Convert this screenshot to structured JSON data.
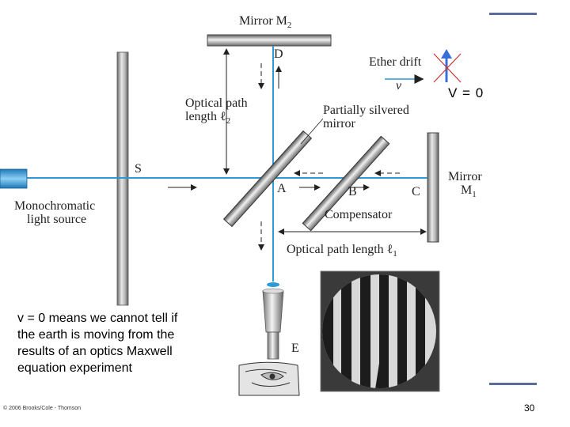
{
  "labels": {
    "mirror_m2": "Mirror M",
    "mirror_m2_sub": "2",
    "point_d": "D",
    "ether_drift": "Ether drift",
    "v_symbol": "v",
    "velocity_zero": "V = 0",
    "optical_path_l2_line1": "Optical path",
    "optical_path_l2_line2": "length ℓ",
    "optical_path_l2_sub": "2",
    "partially_silvered_line1": "Partially silvered",
    "partially_silvered_line2": "mirror",
    "point_s": "S",
    "point_a": "A",
    "point_b": "B",
    "point_c": "C",
    "mirror_m1_line1": "Mirror",
    "mirror_m1_line2": "M",
    "mirror_m1_sub": "1",
    "monochromatic_line1": "Monochromatic",
    "monochromatic_line2": "light source",
    "compensator": "Compensator",
    "optical_path_l1": "Optical path length ℓ",
    "optical_path_l1_sub": "1",
    "point_e": "E"
  },
  "note": "v = 0 means we cannot tell if the earth is moving from the results of an optics Maxwell equation experiment",
  "page_number": "30",
  "copyright": "© 2006 Brooks/Cole - Thomson",
  "colors": {
    "beam": "#2b9ad6",
    "accent_arrow": "#3a6fd8",
    "cross": "#d03030",
    "decor_line": "#5b6b9a"
  }
}
